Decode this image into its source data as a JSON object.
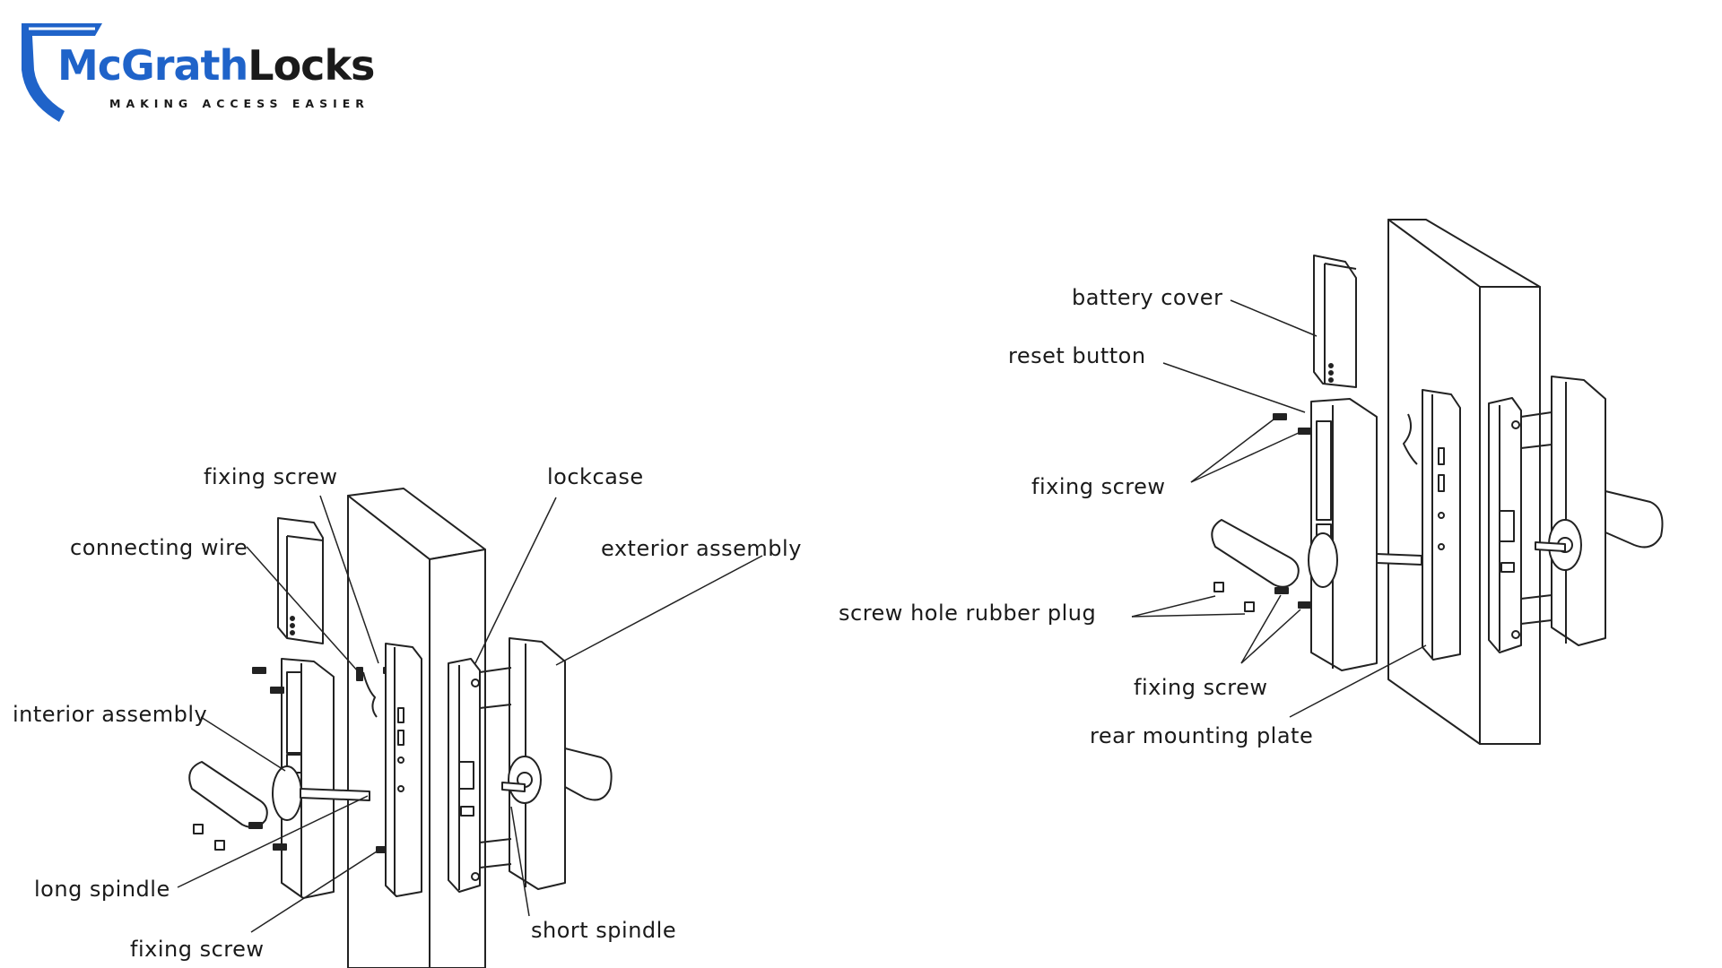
{
  "brand": {
    "name_part1": "McGrath",
    "name_part2": "Locks",
    "tagline": "MAKING ACCESS EASIER",
    "color_primary": "#1f63c9",
    "color_dark": "#1a1a1a"
  },
  "left_labels": {
    "fixing_screw_top": "fixing screw",
    "lockcase": "lockcase",
    "connecting_wire": "connecting wire",
    "exterior_assembly": "exterior assembly",
    "interior_assembly": "interior assembly",
    "long_spindle": "long spindle",
    "short_spindle": "short spindle",
    "fixing_screw_bottom": "fixing screw"
  },
  "right_labels": {
    "battery_cover": "battery cover",
    "reset_button": "reset button",
    "fixing_screw_top": "fixing screw",
    "screw_hole_rubber_plug": "screw hole rubber plug",
    "fixing_screw_bottom": "fixing screw",
    "rear_mounting_plate": "rear mounting plate"
  }
}
